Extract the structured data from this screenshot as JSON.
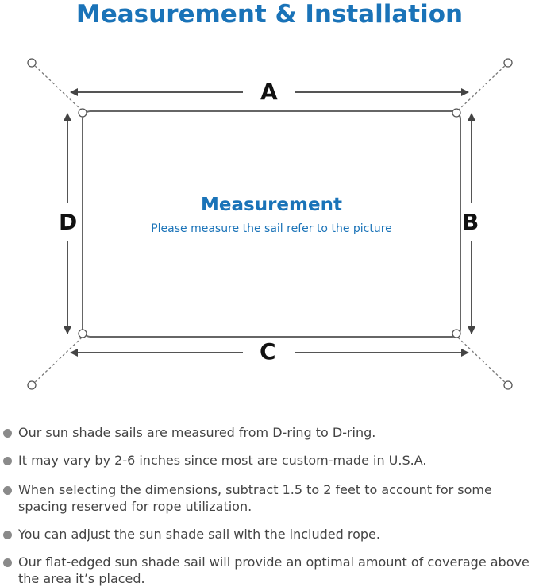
{
  "title": "Measurement & Installation",
  "diagram": {
    "label_a": "A",
    "label_b": "B",
    "label_c": "C",
    "label_d": "D",
    "center_title": "Measurement",
    "center_subtitle": "Please measure the sail refer to the picture"
  },
  "bullets": [
    "Our sun shade sails are measured from D-ring to D-ring.",
    "It may vary by 2-6 inches since most are custom-made in U.S.A.",
    "When selecting the dimensions, subtract 1.5 to 2 feet to account for some spacing reserved for rope utilization.",
    "You can adjust the sun shade sail with the included rope.",
    "Our flat-edged sun shade sail will provide an optimal amount of coverage above the area it’s placed."
  ],
  "colors": {
    "accent": "#1a73b8",
    "line": "#555555",
    "bullet": "#8a8a8a"
  }
}
